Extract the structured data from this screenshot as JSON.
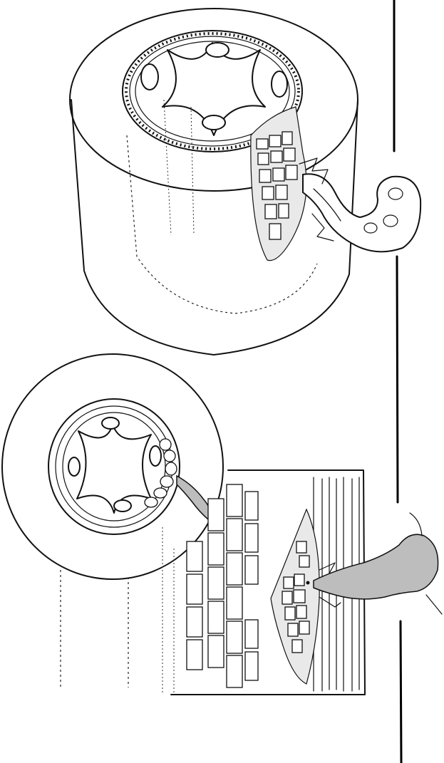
{
  "figure": {
    "panels": [
      {
        "id": "upper",
        "subject": "root-cylinder-with-emerging-lateral-root"
      },
      {
        "id": "lower",
        "subject": "root-cross-section-with-lateral-root-primordium"
      }
    ],
    "colors": {
      "ink": "#111111",
      "stipple": "#bdbdbd",
      "paper": "#ffffff"
    }
  }
}
